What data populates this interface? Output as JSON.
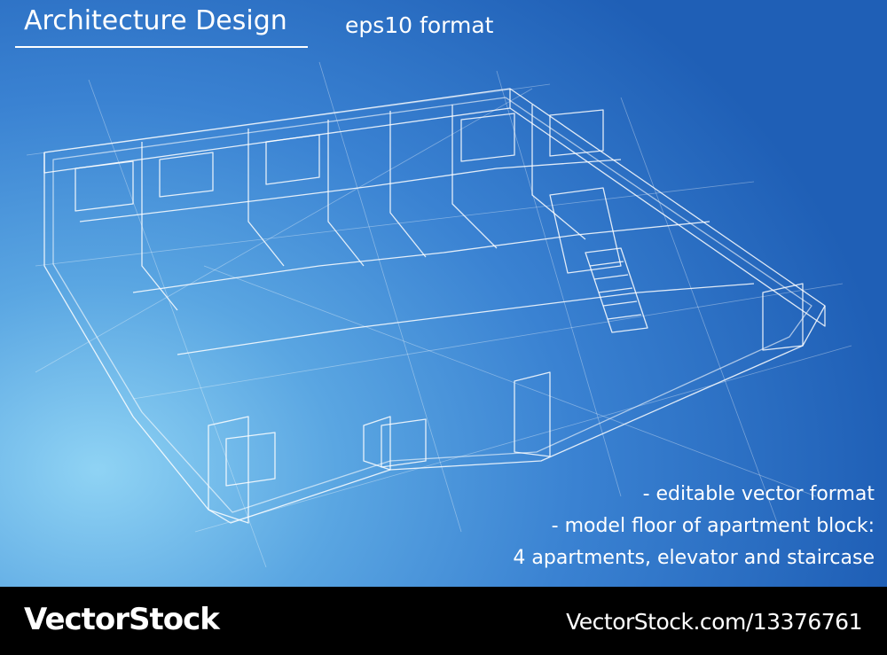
{
  "header": {
    "title": "Architecture Design",
    "format": "eps10 format"
  },
  "illustration": {
    "subject": "wireframe-floor-plan-icon"
  },
  "notes": {
    "line1": "- editable vector format",
    "line2": "- model floor of apartment block:",
    "line3": "4 apartments, elevator and staircase"
  },
  "footer": {
    "brand": "VectorStock",
    "reference": "VectorStock.com/13376761"
  },
  "colors": {
    "background_light": "#8fd3f4",
    "background_dark": "#1f5fb6",
    "line": "#ffffff",
    "footer": "#000000"
  }
}
